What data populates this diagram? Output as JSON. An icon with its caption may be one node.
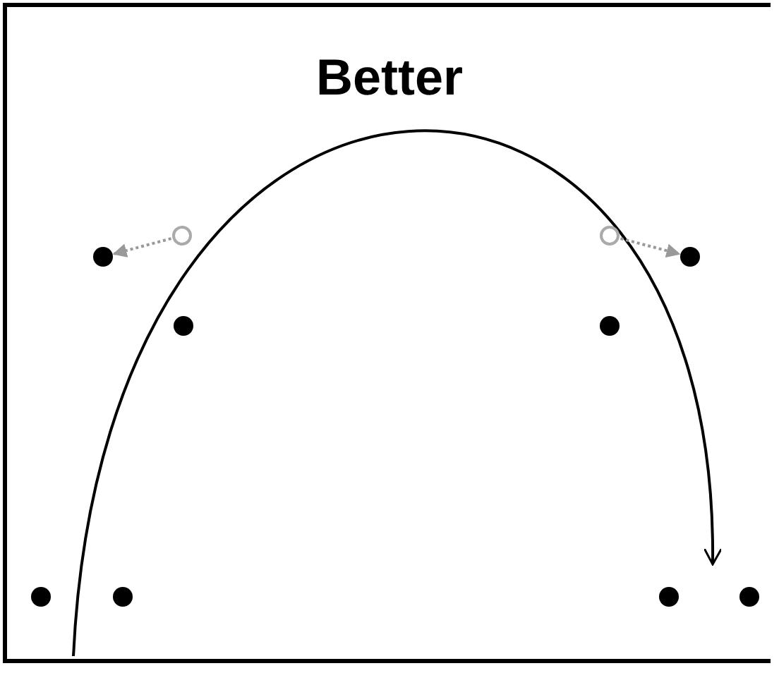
{
  "diagram": {
    "title": "Better",
    "nodes": [
      {
        "text": [],
        "shape": "circle"
      },
      {
        "text": [],
        "shape": "circle"
      },
      {
        "text": [],
        "shape": "circle"
      },
      {
        "text": [],
        "shape": "circle"
      },
      {
        "text": [],
        "shape": "circle"
      },
      {
        "text": [],
        "shape": "circle"
      },
      {
        "text": [],
        "shape": "circle"
      },
      {
        "text": [],
        "shape": "circle"
      },
      {
        "text": [],
        "shape": "circle"
      },
      {
        "text": [],
        "shape": "circle"
      }
    ],
    "edges": [
      {
        "from": 0,
        "to": 2,
        "arrow": "to",
        "style": "dashed",
        "color": "#999999"
      },
      {
        "from": 1,
        "to": 3,
        "arrow": "to",
        "style": "dashed",
        "color": "#999999"
      }
    ]
  }
}
